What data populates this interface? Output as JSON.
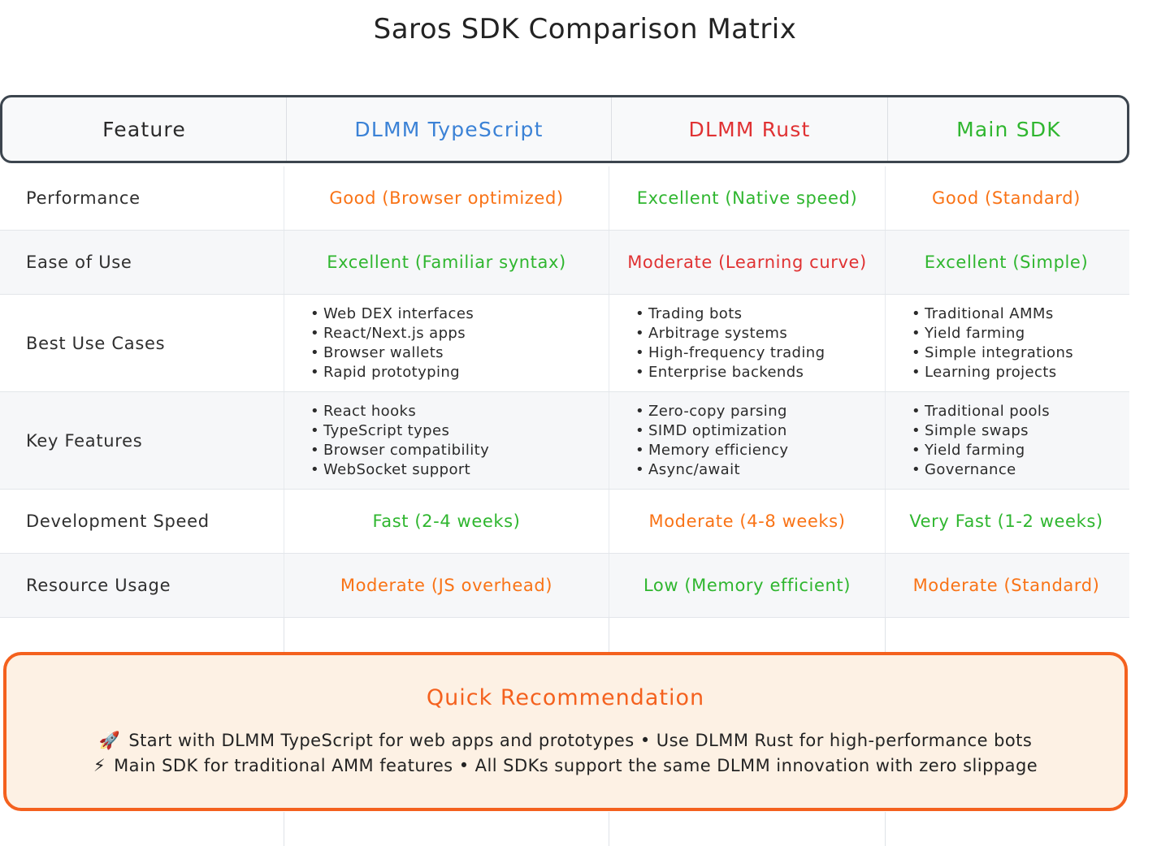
{
  "title": "Saros SDK Comparison Matrix",
  "colors": {
    "blue": "#3b82d6",
    "red": "#e03233",
    "green": "#2fb62f",
    "orange": "#f97316",
    "dark": "#2a2a2a",
    "reco_border": "#f4611e",
    "reco_fill": "#fdf1e4",
    "header_border": "#3c454e",
    "header_fill": "#f8f9fa"
  },
  "table": {
    "headers": [
      {
        "label": "Feature",
        "color": "dark"
      },
      {
        "label": "DLMM TypeScript",
        "color": "blue"
      },
      {
        "label": "DLMM Rust",
        "color": "red"
      },
      {
        "label": "Main SDK",
        "color": "green"
      }
    ],
    "rows": [
      {
        "feature": "Performance",
        "type": "value",
        "cells": [
          {
            "text": "Good (Browser optimized)",
            "color": "orange"
          },
          {
            "text": "Excellent (Native speed)",
            "color": "green"
          },
          {
            "text": "Good (Standard)",
            "color": "orange"
          }
        ]
      },
      {
        "feature": "Ease of Use",
        "type": "value",
        "cells": [
          {
            "text": "Excellent (Familiar syntax)",
            "color": "green"
          },
          {
            "text": "Moderate (Learning curve)",
            "color": "red"
          },
          {
            "text": "Excellent (Simple)",
            "color": "green"
          }
        ]
      },
      {
        "feature": "Best Use Cases",
        "type": "list",
        "cells": [
          {
            "items": [
              "Web DEX interfaces",
              "React/Next.js apps",
              "Browser wallets",
              "Rapid prototyping"
            ]
          },
          {
            "items": [
              "Trading bots",
              "Arbitrage systems",
              "High-frequency trading",
              "Enterprise backends"
            ]
          },
          {
            "items": [
              "Traditional AMMs",
              "Yield farming",
              "Simple integrations",
              "Learning projects"
            ]
          }
        ]
      },
      {
        "feature": "Key Features",
        "type": "list",
        "cells": [
          {
            "items": [
              "React hooks",
              "TypeScript types",
              "Browser compatibility",
              "WebSocket support"
            ]
          },
          {
            "items": [
              "Zero-copy parsing",
              "SIMD optimization",
              "Memory efficiency",
              "Async/await"
            ]
          },
          {
            "items": [
              "Traditional pools",
              "Simple swaps",
              "Yield farming",
              "Governance"
            ]
          }
        ]
      },
      {
        "feature": "Development Speed",
        "type": "value",
        "cells": [
          {
            "text": "Fast (2-4 weeks)",
            "color": "green"
          },
          {
            "text": "Moderate (4-8 weeks)",
            "color": "orange"
          },
          {
            "text": "Very Fast (1-2 weeks)",
            "color": "green"
          }
        ]
      },
      {
        "feature": "Resource Usage",
        "type": "value",
        "cells": [
          {
            "text": "Moderate (JS overhead)",
            "color": "orange"
          },
          {
            "text": "Low (Memory efficient)",
            "color": "green"
          },
          {
            "text": "Moderate (Standard)",
            "color": "orange"
          }
        ]
      }
    ]
  },
  "recommendation": {
    "title": "Quick Recommendation",
    "lines": [
      {
        "icon": "rocket-icon",
        "glyph": "🚀",
        "text": "Start with DLMM TypeScript for web apps and prototypes • Use DLMM Rust for high-performance bots"
      },
      {
        "icon": "lightning-icon",
        "glyph": "⚡",
        "text": "Main SDK for traditional AMM features • All SDKs support the same DLMM innovation with zero slippage"
      }
    ]
  }
}
